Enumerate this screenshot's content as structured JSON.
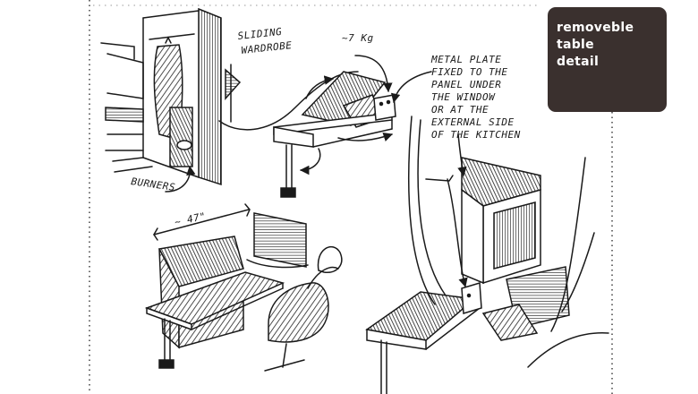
{
  "title_card": {
    "lines": [
      "removeble",
      "table",
      "detail"
    ]
  },
  "annotations": {
    "sliding_wardrobe": [
      "SLIDING",
      "WARDROBE"
    ],
    "weight": "~7 Kg",
    "metal_plate": [
      "METAL PLATE",
      "FIXED TO THE",
      "PANEL UNDER",
      "THE WINDOW",
      "OR AT THE",
      "EXTERNAL SIDE",
      "OF THE KITCHEN"
    ],
    "burners": "BURNERS",
    "length": "~ 47\""
  }
}
